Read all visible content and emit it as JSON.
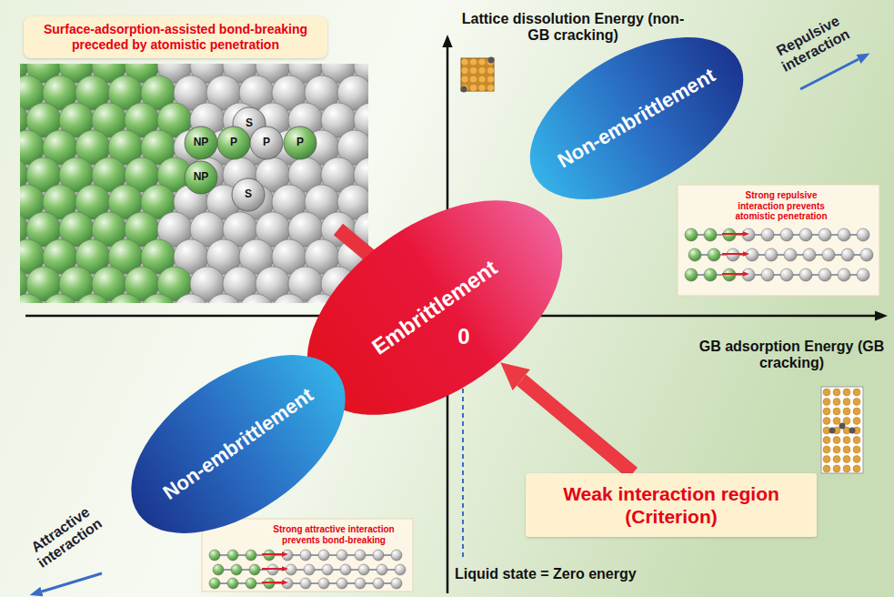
{
  "diagram": {
    "nodes": [
      {
        "text": [
          "Surface-adsorption-assisted bond-breaking preceded by atomistic penetration"
        ]
      },
      {
        "text": [
          "Non-embrittlement"
        ]
      },
      {
        "text": [
          "Embrittlement"
        ]
      },
      {
        "text": [
          "Non-embrittlement"
        ]
      },
      {
        "text": [
          "Weak interaction region (Criterion)"
        ]
      }
    ],
    "edges": [
      {
        "from": 4,
        "to": 2,
        "arrow": "to"
      }
    ],
    "labels": [
      "Lattice dissolution Energy (non-GB cracking)",
      "Repulsive interaction",
      "Strong repulsive interaction prevents atomistic penetration",
      "S",
      "NP",
      "P",
      "P",
      "P",
      "NP",
      "S",
      "0",
      "GB adsorption Energy (GB cracking)",
      "Strong attractive interaction prevents bond-breaking",
      "Attractive interaction",
      "Liquid state = Zero energy"
    ]
  }
}
